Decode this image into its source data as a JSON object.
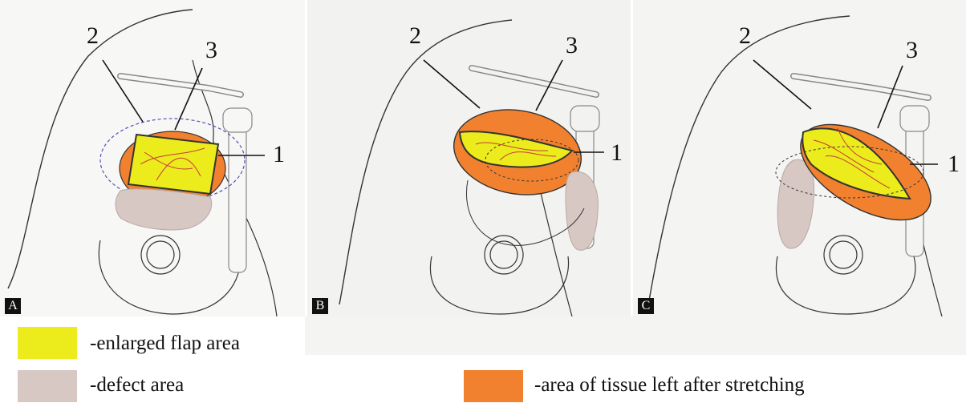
{
  "panels": [
    {
      "letter": "A",
      "callouts": [
        "2",
        "3",
        "1"
      ]
    },
    {
      "letter": "B",
      "callouts": [
        "2",
        "3",
        "1"
      ]
    },
    {
      "letter": "C",
      "callouts": [
        "2",
        "3",
        "1"
      ]
    }
  ],
  "legend": [
    {
      "color": "#ecec1c",
      "text": "-enlarged flap area"
    },
    {
      "color": "#d8c8c4",
      "text": "-defect area"
    },
    {
      "color": "#f2812f",
      "text": "-area of tissue left after stretching"
    }
  ]
}
